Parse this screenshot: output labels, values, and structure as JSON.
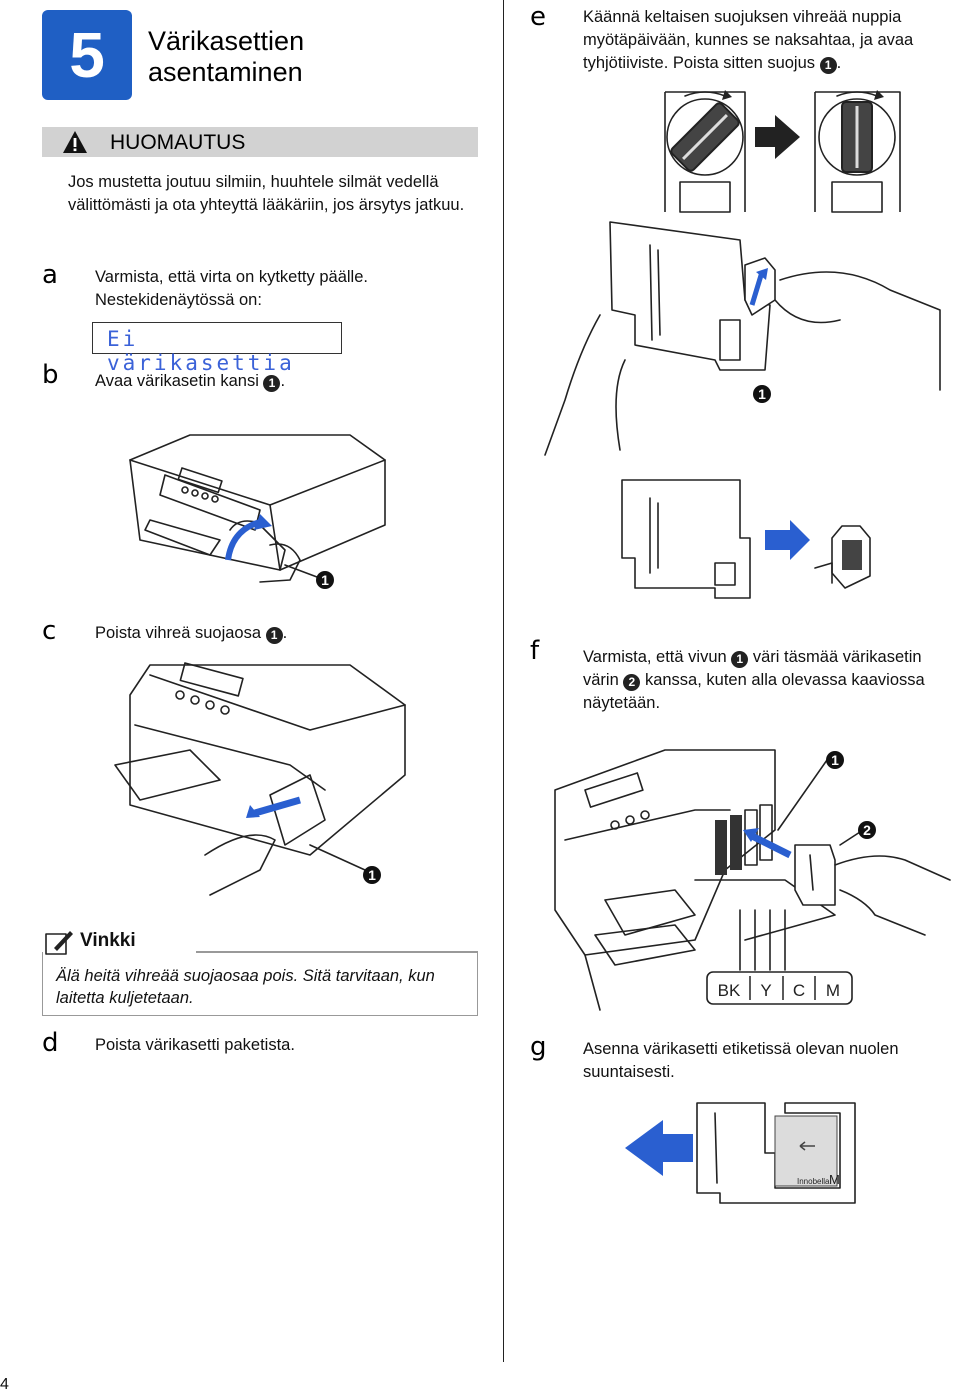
{
  "step_number": "5",
  "section_title": "Värikasettien asentaminen",
  "caution": {
    "label": "HUOMAUTUS",
    "text": "Jos mustetta joutuu silmiin, huuhtele silmät vedellä välittömästi ja ota yhteyttä lääkäriin, jos ärsytys jatkuu."
  },
  "steps": {
    "a": {
      "letter": "a",
      "text": "Varmista, että virta on kytketty päälle. Nestekidenäytössä on:"
    },
    "lcd": "Ei värikasettia",
    "b": {
      "letter": "b",
      "text": "Avaa värikasetin kansi",
      "callout": "1",
      "after": "."
    },
    "c": {
      "letter": "c",
      "text": "Poista vihreä suojaosa",
      "callout": "1",
      "after": "."
    },
    "d": {
      "letter": "d",
      "text": "Poista värikasetti paketista."
    },
    "e": {
      "letter": "e",
      "text": "Käännä keltaisen suojuksen vihreää nuppia myötäpäivään, kunnes se naksahtaa, ja avaa tyhjötiiviste. Poista sitten suojus",
      "callout": "1",
      "after": "."
    },
    "f": {
      "letter": "f",
      "text1": "Varmista, että vivun",
      "callout1": "1",
      "text2": "väri täsmää värikasetin värin",
      "callout2": "2",
      "text3": "kanssa, kuten alla olevassa kaaviossa näytetään."
    },
    "g": {
      "letter": "g",
      "text": "Asenna värikasetti etiketissä olevan nuolen suuntaisesti."
    }
  },
  "tip": {
    "label": "Vinkki",
    "text": "Älä heitä vihreää suojaosaa pois. Sitä tarvitaan, kun laitetta kuljetetaan."
  },
  "figure_callouts": {
    "b": "1",
    "c": "1",
    "e": "1",
    "f1": "1",
    "f2": "2"
  },
  "color_labels": [
    "BK",
    "Y",
    "C",
    "M"
  ],
  "cartridge_label": {
    "brand": "Innobella",
    "color": "M"
  },
  "colors": {
    "accent": "#1f5fc4",
    "arrow": "#2a5fd0",
    "lcd_text": "#3b62d8",
    "caution_bar": "#d2d2d2"
  },
  "page_number": "4"
}
